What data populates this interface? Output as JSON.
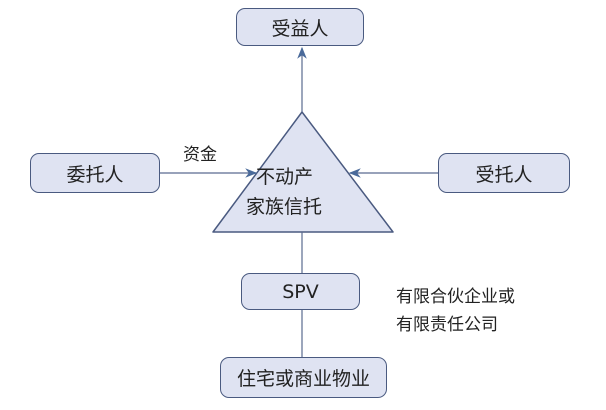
{
  "nodes": {
    "beneficiary": "受益人",
    "settlor": "委托人",
    "trustee": "受托人",
    "trust": [
      "不动产",
      "家族信托"
    ],
    "spv": "SPV",
    "property": "住宅或商业物业"
  },
  "labels": {
    "funds": "资金",
    "spv_note": [
      "有限合伙企业或",
      "有限责任公司"
    ]
  },
  "colors": {
    "fill": "#dfe3f2",
    "stroke": "#4a5a80",
    "line": "#5a6a90"
  }
}
